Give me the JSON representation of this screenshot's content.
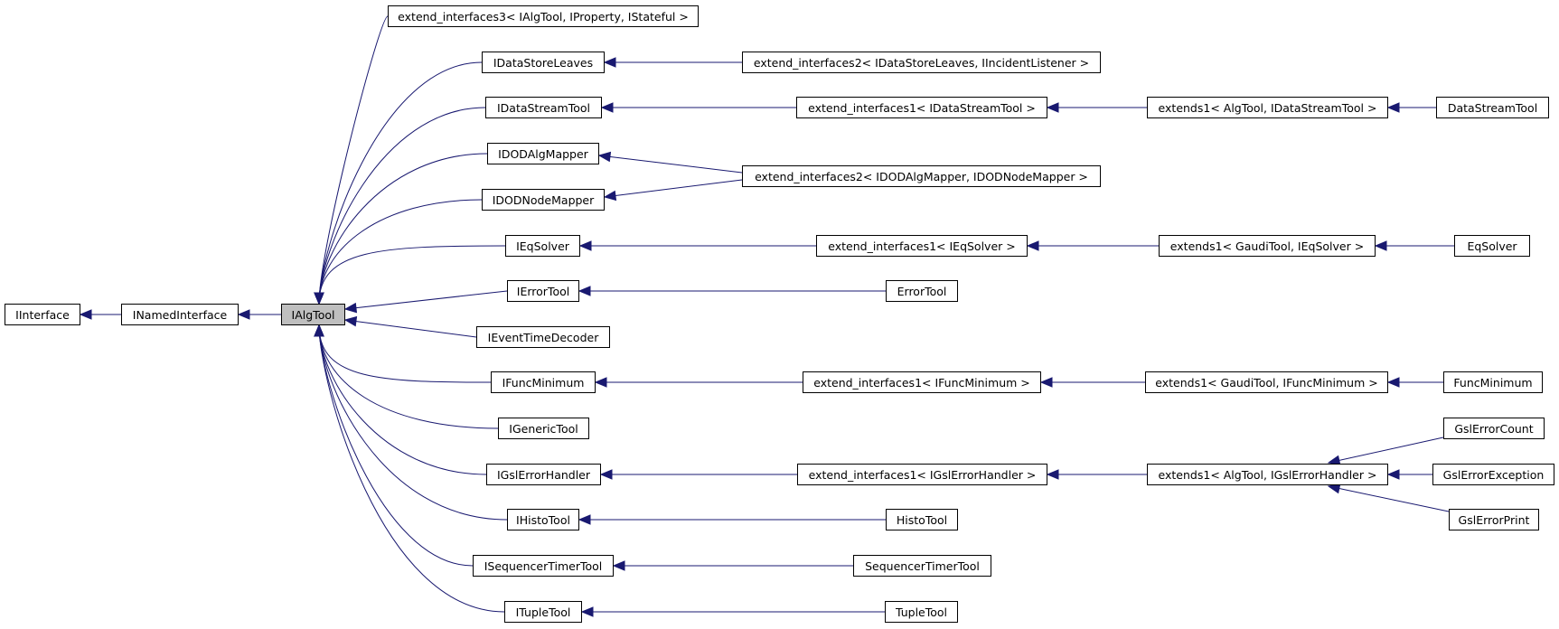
{
  "colors": {
    "edge": "#191970",
    "node_border": "#000000",
    "node_fill": "#ffffff",
    "focus_fill": "#bfbfbf"
  },
  "nodes": {
    "iinterface": "IInterface",
    "inamedinterface": "INamedInterface",
    "ialgtool": "IAlgTool",
    "ext3_ialgtool": "extend_interfaces3< IAlgTool, IProperty, IStateful >",
    "idatastoreleaves": "IDataStoreLeaves",
    "ext2_idatastoreleaves": "extend_interfaces2< IDataStoreLeaves, IIncidentListener >",
    "idatastreamtool": "IDataStreamTool",
    "ext1_idatastreamtool": "extend_interfaces1< IDataStreamTool >",
    "extends1_datastream": "extends1< AlgTool, IDataStreamTool >",
    "datastreamtool": "DataStreamTool",
    "idodalgmapper": "IDODAlgMapper",
    "idodnodemapper": "IDODNodeMapper",
    "ext2_idod": "extend_interfaces2< IDODAlgMapper, IDODNodeMapper >",
    "ieqsolver": "IEqSolver",
    "ext1_ieqsolver": "extend_interfaces1< IEqSolver >",
    "extends1_eqsolver": "extends1< GaudiTool, IEqSolver >",
    "eqsolver": "EqSolver",
    "ierrortool": "IErrorTool",
    "errortool": "ErrorTool",
    "ieventtimedecoder": "IEventTimeDecoder",
    "ifuncminimum": "IFuncMinimum",
    "ext1_ifuncminimum": "extend_interfaces1< IFuncMinimum >",
    "extends1_funcmin": "extends1< GaudiTool, IFuncMinimum >",
    "funcminimum": "FuncMinimum",
    "igenerictool": "IGenericTool",
    "igslerrorhandler": "IGslErrorHandler",
    "ext1_igsl": "extend_interfaces1< IGslErrorHandler >",
    "extends1_gsl": "extends1< AlgTool, IGslErrorHandler >",
    "gslerrorcount": "GslErrorCount",
    "gslerrorexception": "GslErrorException",
    "gslerrorprint": "GslErrorPrint",
    "ihistotool": "IHistoTool",
    "histotool": "HistoTool",
    "isequencertimertool": "ISequencerTimerTool",
    "sequencertimertool": "SequencerTimerTool",
    "ituplaetool_placeholder": "",
    "ituple": "ITupleTool",
    "tupletool": "TupleTool"
  }
}
